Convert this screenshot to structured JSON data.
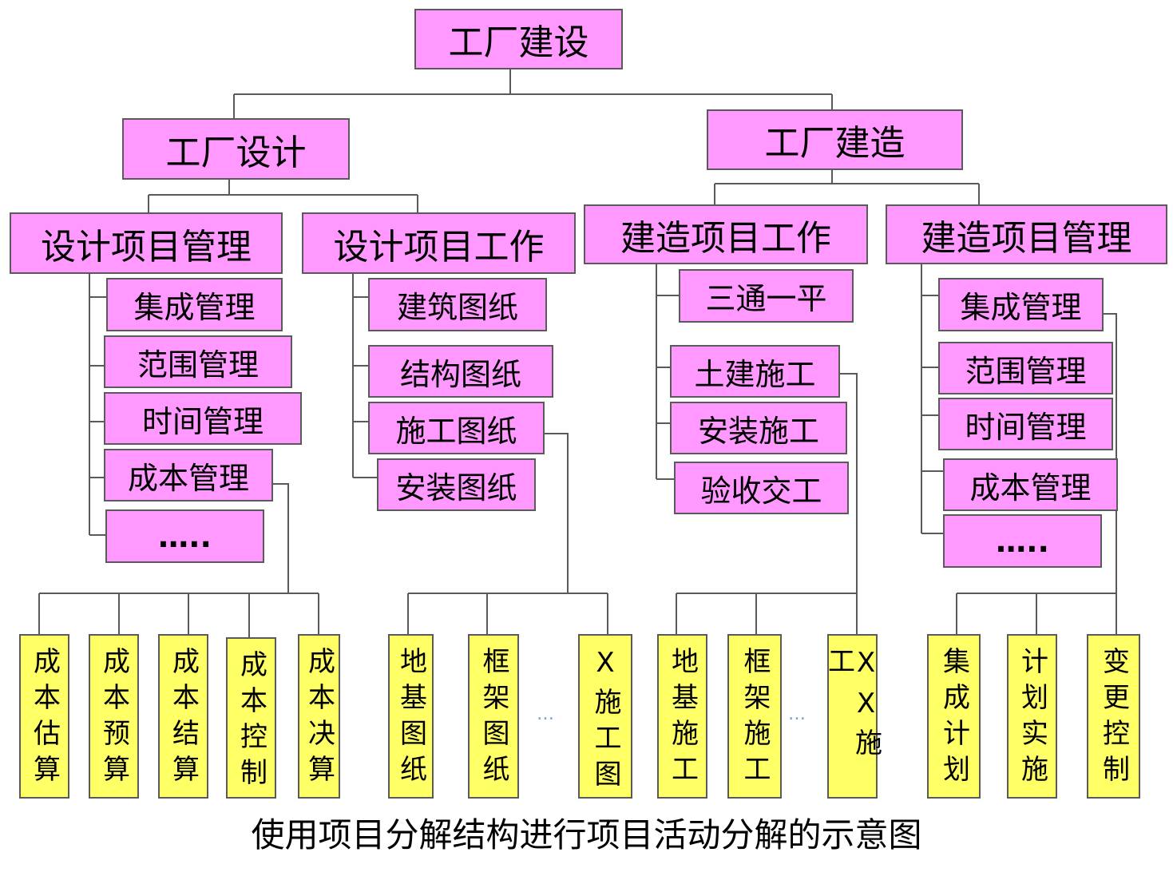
{
  "colors": {
    "node_fill": "#ff99ff",
    "leaf_fill": "#ffff66",
    "line": "#5a5a5a"
  },
  "root": {
    "label": "工厂建设"
  },
  "design": {
    "label": "工厂设计",
    "mgmt": {
      "label": "设计项目管理",
      "items": [
        "集成管理",
        "范围管理",
        "时间管理",
        "成本管理",
        "….."
      ]
    },
    "work": {
      "label": "设计项目工作",
      "items": [
        "建筑图纸",
        "结构图纸",
        "施工图纸",
        "安装图纸"
      ]
    }
  },
  "build": {
    "label": "工厂建造",
    "work": {
      "label": "建造项目工作",
      "items": [
        "三通一平",
        "土建施工",
        "安装施工",
        "验收交工"
      ]
    },
    "mgmt": {
      "label": "建造项目管理",
      "items": [
        "集成管理",
        "范围管理",
        "时间管理",
        "成本管理",
        "….."
      ]
    }
  },
  "leaves": {
    "cost": [
      "成本估算",
      "成本预算",
      "成本结算",
      "成本控制",
      "成本决算"
    ],
    "drawings": [
      "地基图纸",
      "框架图纸",
      "X施工图"
    ],
    "construction": [
      "地基施工",
      "框架施工",
      "XX施工"
    ],
    "mgmt": [
      "集成计划",
      "计划实施",
      "变更控制"
    ]
  },
  "ellipsis": "…",
  "caption": "使用项目分解结构进行项目活动分解的示意图"
}
